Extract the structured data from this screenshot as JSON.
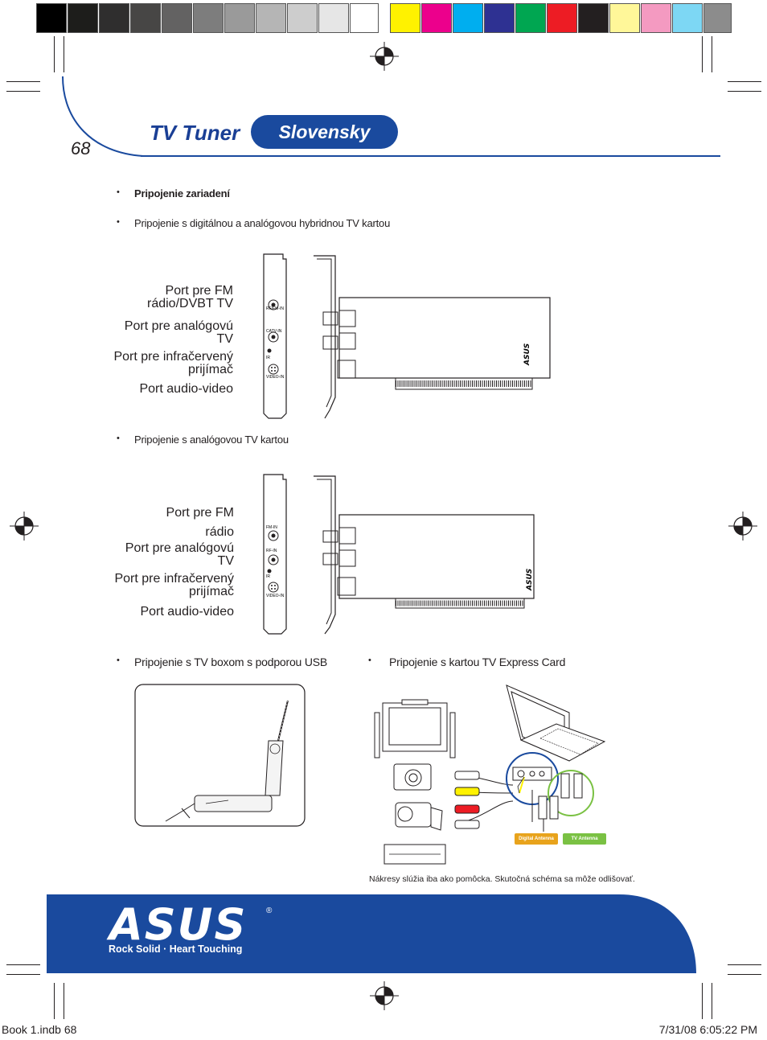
{
  "colors": {
    "brand_blue": "#1a4a9e",
    "grays": [
      "#000000",
      "#1d1d1b",
      "#2f2e2e",
      "#474645",
      "#636262",
      "#7d7d7d",
      "#9a9a9a",
      "#b5b5b5",
      "#cdcdcd",
      "#e6e6e6",
      "#ffffff"
    ],
    "process": [
      "#fff200",
      "#ec008c",
      "#00aeef",
      "#2e3192",
      "#00a651",
      "#ed1c24",
      "#231f20",
      "#fff799",
      "#f49ac1",
      "#7dd7f4",
      "#8c8c8c"
    ]
  },
  "header": {
    "page_number": "68",
    "title": "TV Tuner",
    "language": "Slovensky"
  },
  "section": {
    "heading": "Pripojenie zariadení",
    "bullet1": "Pripojenie s digitálnou a analógovou hybridnou TV kartou",
    "bullet2": "Pripojenie s analógovou TV kartou",
    "bullet3": "Pripojenie s TV boxom s podporou USB",
    "bullet4": "Pripojenie s kartou TV Express Card"
  },
  "hybrid_card": {
    "labels": {
      "fm_dvbt": "Port pre FM\nrádio/DVBT TV",
      "analog_tv": "Port pre analógovú\nTV",
      "ir": "Port pre infračervený\nprijímač",
      "av": "Port audio-video"
    },
    "bracket_text": [
      "RF/FM-IN",
      "CATV-IN",
      "IR",
      "VIDEO-IN"
    ]
  },
  "analog_card": {
    "labels": {
      "fm": "Port pre FM\nrádio",
      "analog_tv": "Port pre analógovú\nTV",
      "ir": "Port pre infračervený\nprijímač",
      "av": "Port audio-video"
    },
    "bracket_text": [
      "FM-IN",
      "RF-IN",
      "IR",
      "VIDEO-IN"
    ]
  },
  "express_card": {
    "digital_antenna": "Digital Antenna",
    "tv_antenna": "TV Antenna"
  },
  "note": "Nákresy slúžia iba ako pomôcka. Skutočná schéma sa môže odlišovať.",
  "footer": {
    "logo": "ASUS",
    "registered": "®",
    "slogan": "Rock Solid · Heart Touching"
  },
  "slug": {
    "left": "Book 1.indb   68",
    "right": "7/31/08   6:05:22 PM"
  }
}
